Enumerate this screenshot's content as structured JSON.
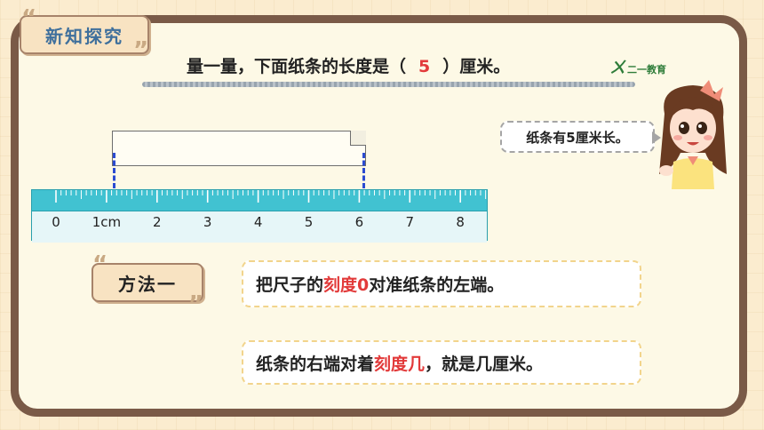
{
  "header": {
    "section_label": "新知探究"
  },
  "question": {
    "prefix": "量一量，下面纸条的长度是（",
    "answer": "5",
    "suffix": "）厘米。"
  },
  "brand": {
    "text": "二一教育"
  },
  "ruler": {
    "labels": [
      "0",
      "1cm",
      "2",
      "3",
      "4",
      "5",
      "6",
      "7",
      "8"
    ]
  },
  "speech": {
    "text": "纸条有5厘米长。"
  },
  "method": {
    "label": "方法一",
    "step1": {
      "part1": "把尺子的",
      "highlight": "刻度0",
      "part2": "对准纸条的左端。"
    },
    "step2": {
      "part1": "纸条的右端对着",
      "highlight": "刻度几",
      "part2": "，就是几厘米。"
    }
  },
  "colors": {
    "accent_red": "#e23a3a",
    "ruler": "#41c2d1",
    "board_border": "#7a5a47",
    "title_blue": "#3e6f9c"
  }
}
